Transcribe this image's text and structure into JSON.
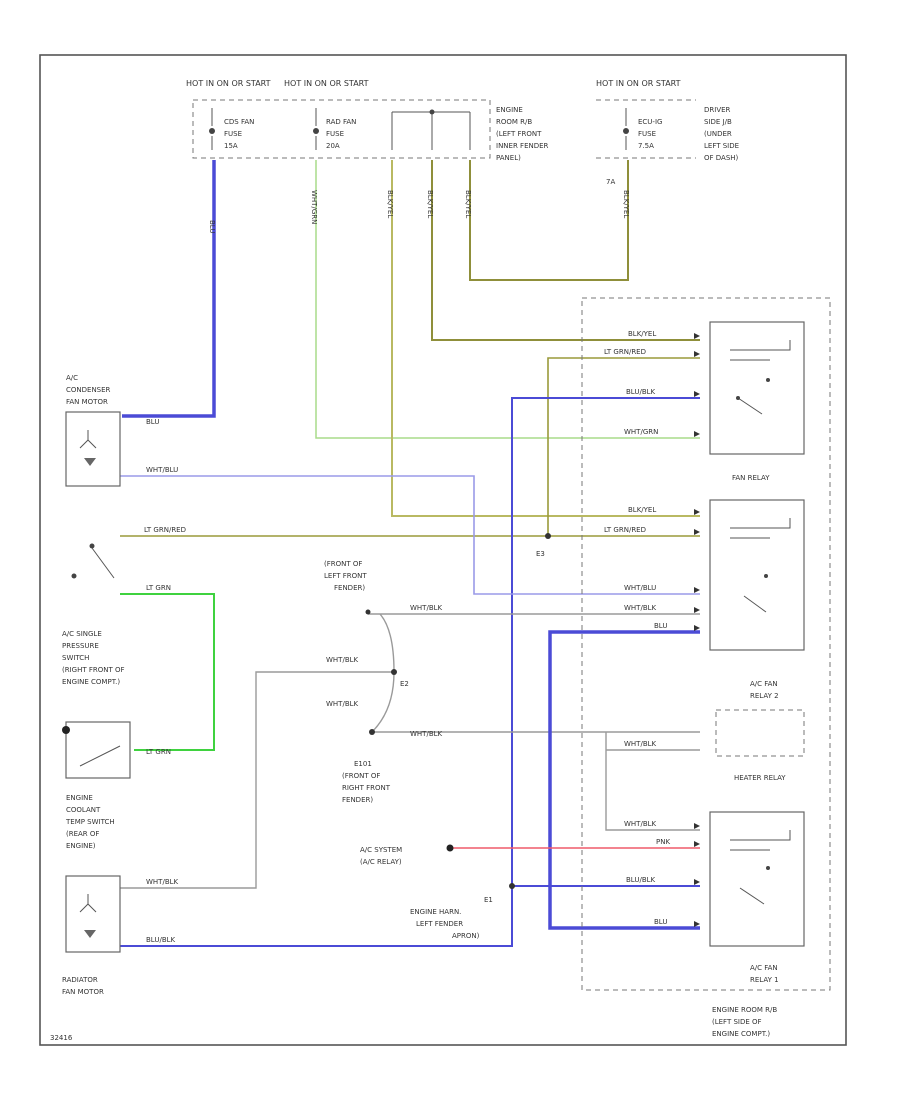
{
  "colors": {
    "blue": "#4b4bd6",
    "light_blue": "#9a9ae8",
    "yellow": "#b9b962",
    "dark_yellow": "#8f8f3a",
    "light_green": "#a8dc8a",
    "green": "#3fd23f",
    "gray": "#9a9a9a",
    "red": "#ef5a6a"
  },
  "power": {
    "hot1": "HOT IN ON OR START",
    "hot2": "HOT IN ON OR START",
    "hot3": "HOT IN ON OR START",
    "fuse1": [
      "CDS FAN",
      "FUSE",
      "15A"
    ],
    "fuse2": [
      "RAD FAN",
      "FUSE",
      "20A"
    ],
    "fuse3": [
      "ECU-IG",
      "FUSE",
      "7.5A"
    ],
    "junction_label": [
      "ENGINE",
      "ROOM R/B",
      "(LEFT FRONT",
      "INNER FENDER",
      "PANEL)"
    ],
    "driver_label": [
      "DRIVER",
      "SIDE J/B",
      "(UNDER",
      "LEFT SIDE",
      "OF DASH)"
    ],
    "terminal": "7A"
  },
  "components": {
    "condenser_motor": [
      "A/C",
      "CONDENSER",
      "FAN MOTOR"
    ],
    "pressure_switch": [
      "A/C SINGLE",
      "PRESSURE",
      "SWITCH",
      "(RIGHT FRONT OF",
      "ENGINE COMPT.)"
    ],
    "coolant_switch": [
      "ENGINE",
      "COOLANT",
      "TEMP SWITCH",
      "(REAR OF",
      "ENGINE)"
    ],
    "radiator_motor": [
      "RADIATOR",
      "FAN MOTOR"
    ],
    "fan_relay": "FAN RELAY",
    "ac_fan_relay2": [
      "A/C FAN",
      "RELAY 2"
    ],
    "heater_relay": "HEATER RELAY",
    "ac_fan_relay1": [
      "A/C FAN",
      "RELAY 1"
    ],
    "engine_room_rb": [
      "ENGINE ROOM R/B",
      "(LEFT SIDE OF",
      "ENGINE COMPT.)"
    ],
    "ac_system": [
      "A/C SYSTEM",
      "(A/C RELAY)"
    ],
    "ground_e2_top": [
      "(FRONT OF",
      "LEFT FRONT",
      "FENDER)"
    ],
    "ground_e1_label": [
      "E1",
      "ENGINE HARN.",
      "LEFT FENDER",
      "APRON)"
    ],
    "ground_e101": [
      "E101",
      "(FRONT OF",
      "RIGHT FRONT",
      "FENDER)"
    ],
    "splice_e2": "E2",
    "splice_e3": "E3",
    "figure_id": "32416"
  },
  "wires": {
    "blu": "BLU",
    "blu_wht_v": "WHT/GRN",
    "blk_yel": "BLK/YEL",
    "blk_yel2": "BLK/YEL",
    "blk_yel3": "BLK/YEL",
    "blk_yel4": "BLK/YEL",
    "wht_blu": "WHT/BLU",
    "lt_grn_red": "LT GRN/RED",
    "lt_grn": "LT GRN",
    "blu_blk": "BLU/BLK",
    "wht_grn": "WHT/GRN",
    "wht_blk": "WHT/BLK",
    "pnk": "PNK",
    "blu_right": "BLU",
    "blu_relay1": "BLU"
  }
}
